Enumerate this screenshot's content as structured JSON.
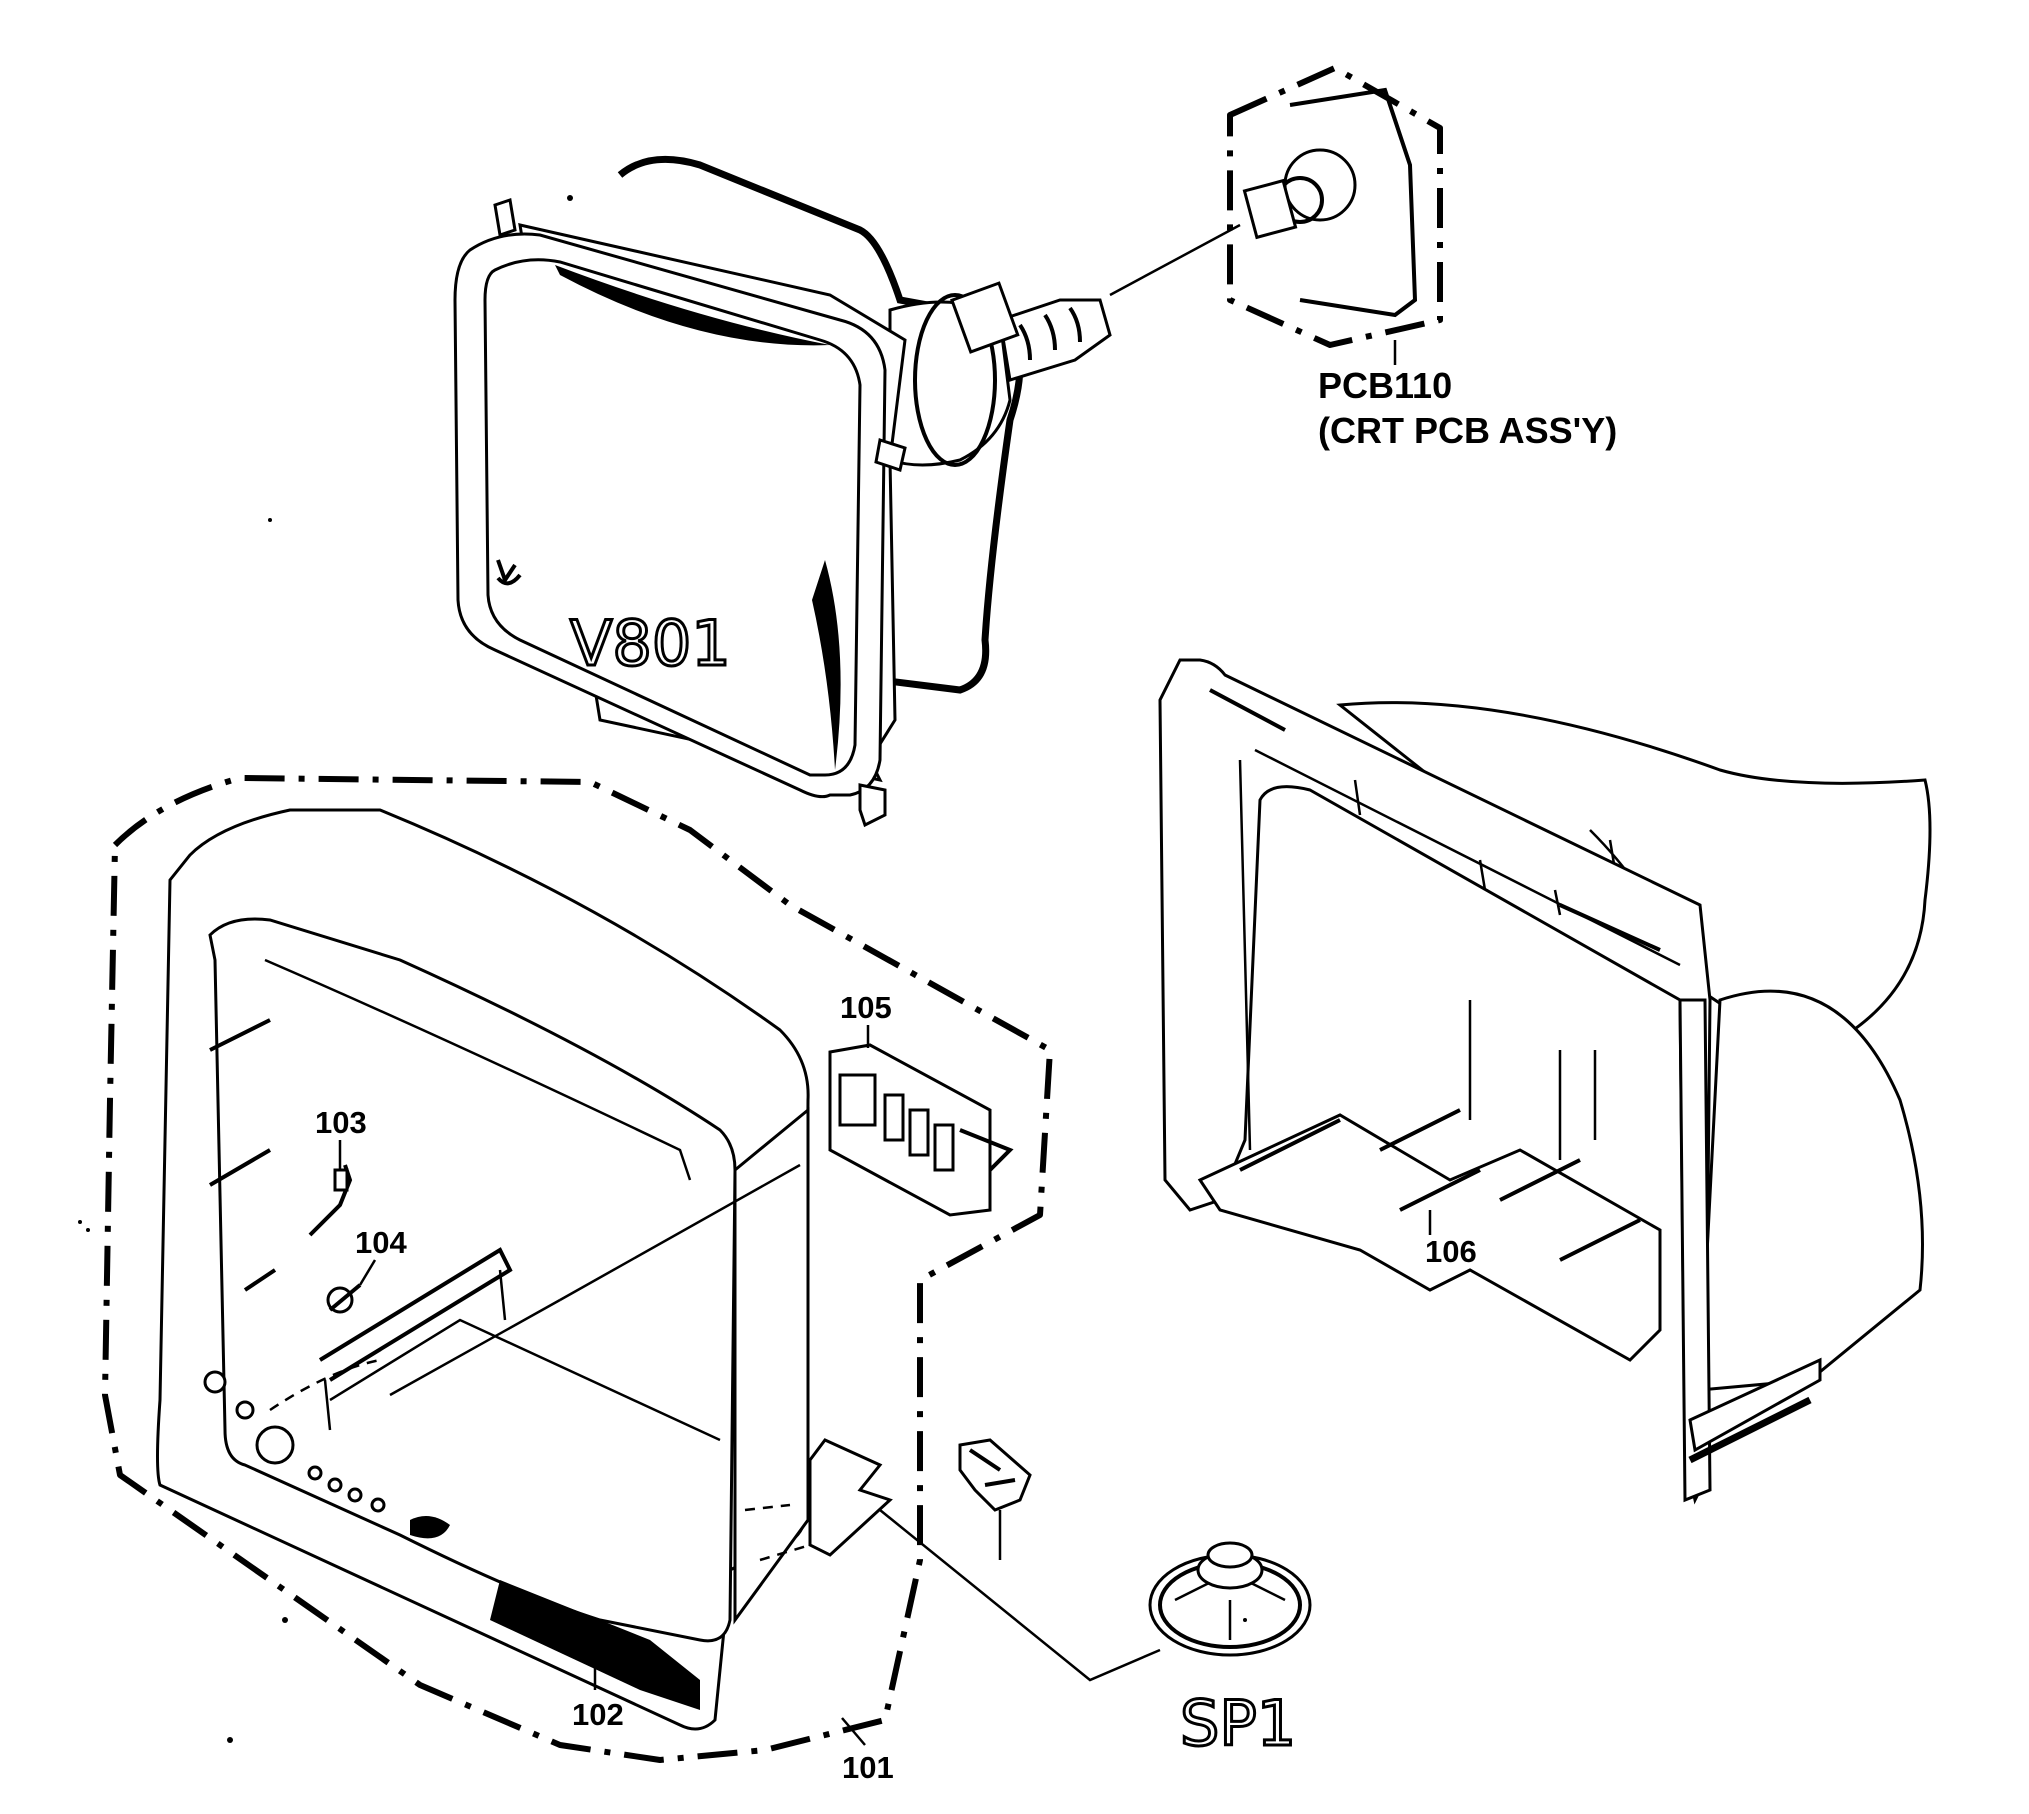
{
  "labels": {
    "pcb_id": "PCB110",
    "pcb_desc": "(CRT PCB ASS'Y)",
    "crt": "V801",
    "speaker": "SP1",
    "p101": "101",
    "p102": "102",
    "p103": "103",
    "p104": "104",
    "p105": "105",
    "p106": "106"
  }
}
